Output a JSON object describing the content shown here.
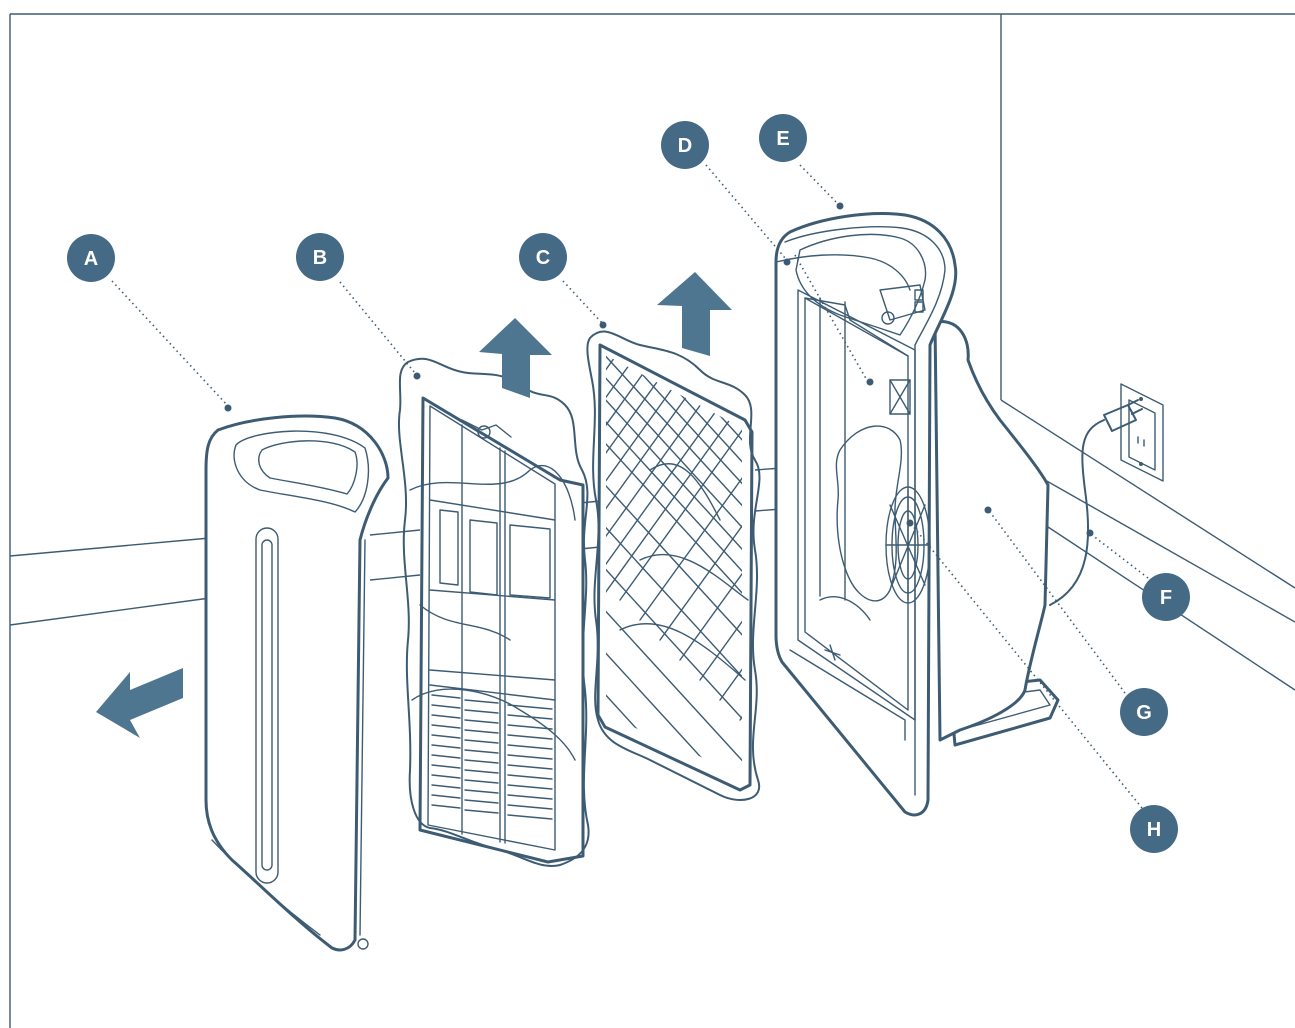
{
  "colors": {
    "line": "#3d5c73",
    "badge": "#456a85",
    "arrow": "#4f7690",
    "background": "#ffffff"
  },
  "labels": {
    "a": "A",
    "b": "B",
    "c": "C",
    "d": "D",
    "e": "E",
    "f": "F",
    "g": "G",
    "h": "H"
  },
  "arrows": [
    "arrow-up",
    "arrow-up",
    "arrow-left"
  ]
}
